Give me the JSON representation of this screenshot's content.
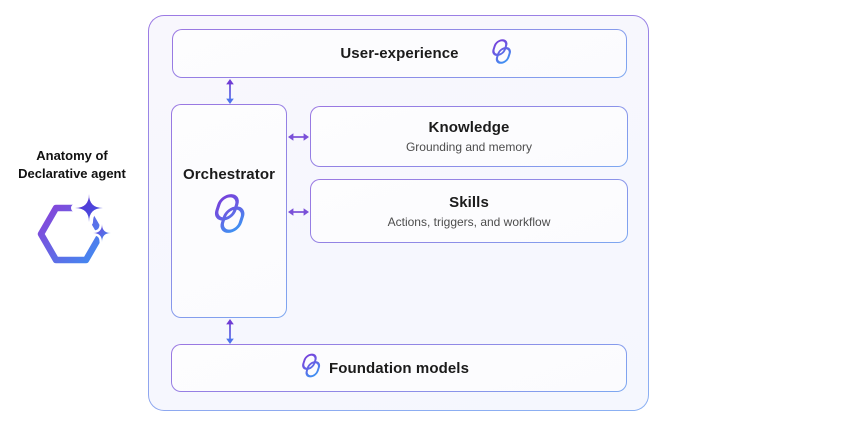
{
  "label": {
    "line1": "Anatomy of",
    "line2": "Declarative agent"
  },
  "boxes": {
    "user_experience": {
      "title": "User-experience"
    },
    "orchestrator": {
      "title": "Orchestrator"
    },
    "knowledge": {
      "title": "Knowledge",
      "subtitle": "Grounding and memory"
    },
    "skills": {
      "title": "Skills",
      "subtitle": "Actions, triggers, and workflow"
    },
    "foundation_models": {
      "title": "Foundation models"
    }
  },
  "icons": {
    "copilot": "copilot-icon",
    "agent": "declarative-agent-icon"
  },
  "arrows": {
    "ux_orchestrator": "bidirectional",
    "orchestrator_knowledge": "bidirectional",
    "orchestrator_skills": "bidirectional",
    "orchestrator_foundation": "bidirectional"
  },
  "colors": {
    "border_purple": "#9c7ae4",
    "border_blue": "#8bb1f3",
    "arrow_purple": "#7a50d8",
    "arrow_blue": "#4f74ec",
    "title_text": "#1b1b1b",
    "subtitle_text": "#4d4d4d"
  }
}
